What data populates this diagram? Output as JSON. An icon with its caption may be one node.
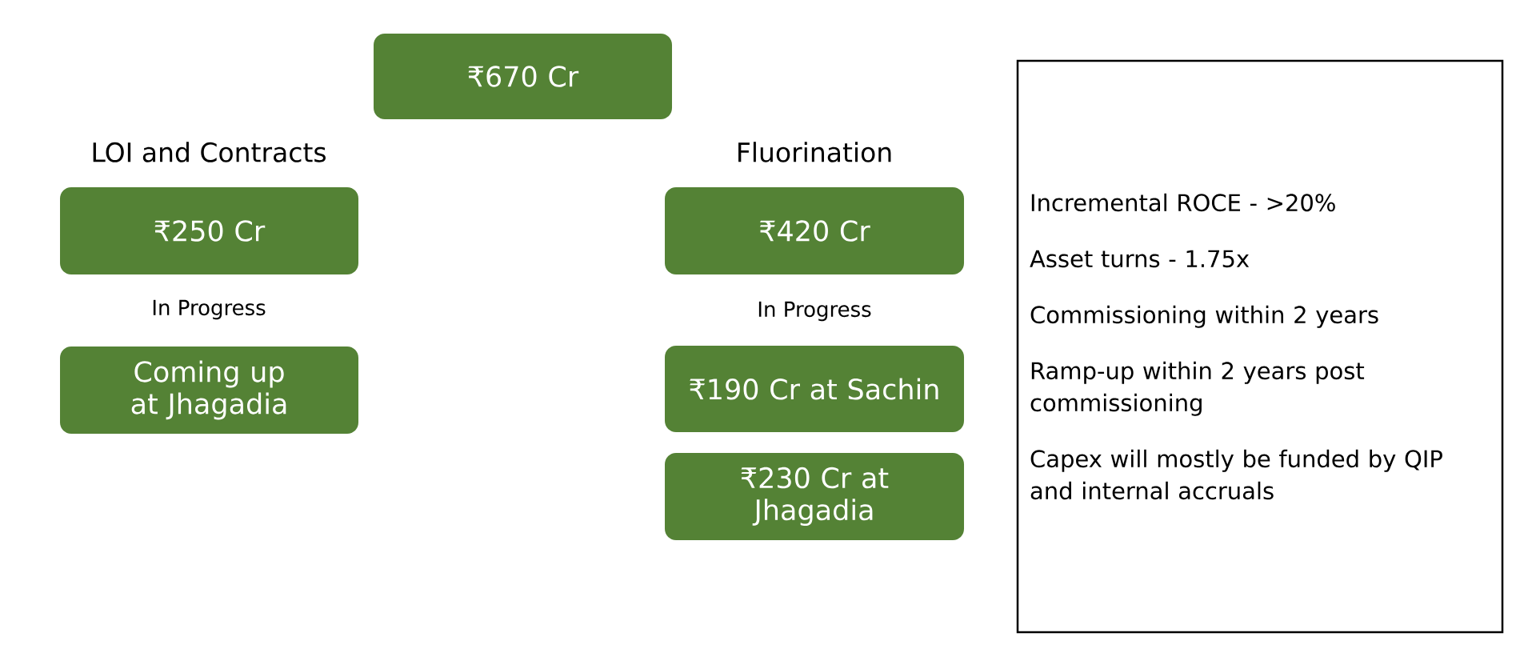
{
  "diagram": {
    "nodes": [
      {
        "text": [
          "₹670 Cr"
        ]
      },
      {
        "text": [
          "₹250 Cr"
        ]
      },
      {
        "text": [
          "Coming up at Jhagadia"
        ]
      },
      {
        "text": [
          "₹420 Cr"
        ]
      },
      {
        "text": [
          "₹190 Cr at Sachin"
        ]
      },
      {
        "text": [
          "₹230 Cr at Jhagadia"
        ]
      },
      {
        "text": [
          "Incremental ROCE - >20%",
          "Asset turns - 1.75x",
          "Commissioning within 2 years",
          "Ramp-up within 2 years post commissioning",
          "Capex will mostly be funded by QIP and internal accruals"
        ]
      }
    ],
    "edges": [],
    "labels": [
      "LOI and Contracts",
      "Fluorination",
      "In Progress",
      "In Progress"
    ]
  }
}
